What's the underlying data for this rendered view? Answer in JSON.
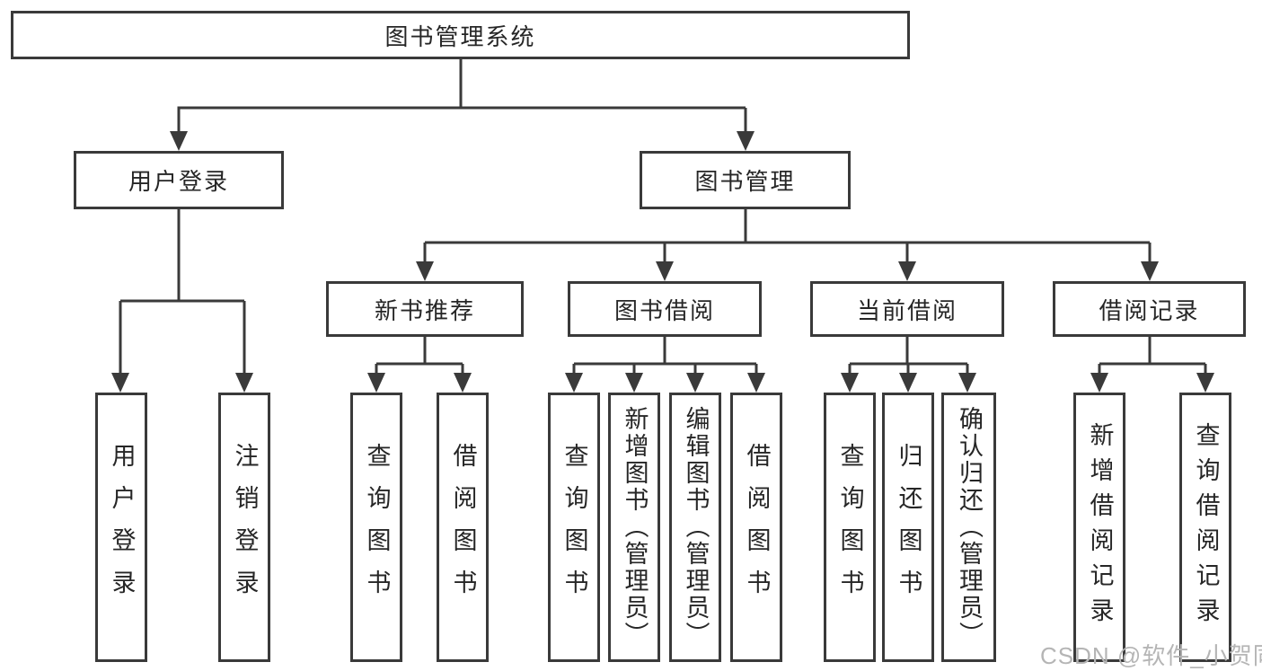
{
  "diagram": {
    "title": "图书管理系统",
    "tree": {
      "root": "图书管理系统",
      "branches": [
        {
          "label": "用户登录",
          "children": [
            "用户登录",
            "注销登录"
          ]
        },
        {
          "label": "图书管理",
          "groups": [
            {
              "label": "新书推荐",
              "children": [
                "查询图书",
                "借阅图书"
              ]
            },
            {
              "label": "图书借阅",
              "children": [
                "查询图书",
                "新增图书（管理员）",
                "编辑图书（管理员）",
                "借阅图书"
              ]
            },
            {
              "label": "当前借阅",
              "children": [
                "查询图书",
                "归还图书",
                "确认归还（管理员）"
              ]
            },
            {
              "label": "借阅记录",
              "children": [
                "新增借阅记录",
                "查询借阅记录"
              ]
            }
          ]
        }
      ]
    },
    "watermark": "CSDN @软件_小贺同学",
    "colors": {
      "line": "#3a3a3a",
      "text": "#262626",
      "box_background": "#ffffff",
      "watermark": "#b5b5b5"
    }
  }
}
